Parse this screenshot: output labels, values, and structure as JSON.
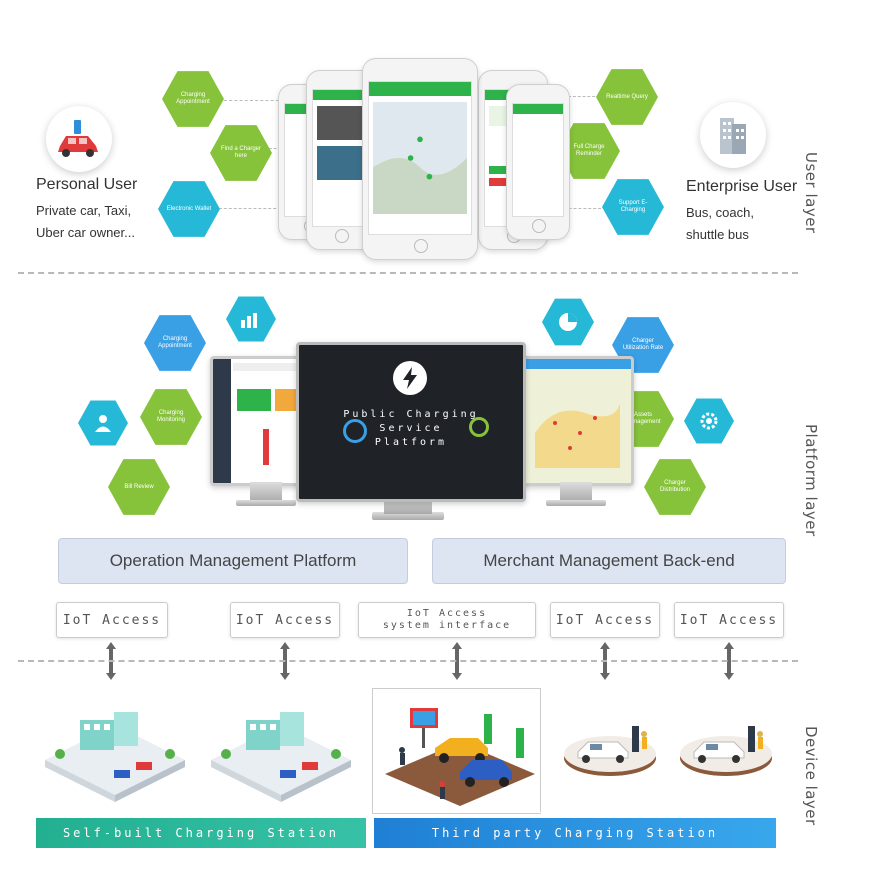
{
  "layers": {
    "user": "User layer",
    "platform": "Platform layer",
    "device": "Device layer"
  },
  "personal_user": {
    "title": "Personal User",
    "line1": "Private car, Taxi,",
    "line2": "Uber car owner..."
  },
  "enterprise_user": {
    "title": "Enterprise User",
    "line1": "Bus, coach,",
    "line2": "shuttle bus"
  },
  "user_hexes": {
    "charging_appointment": "Charging Appointment",
    "find_charger": "Find a Charger here",
    "electronic_wallet": "Electronic Wallet",
    "realtime_query": "Realtime Query",
    "full_charge_reminder": "Full Charge Reminder",
    "support_echarging": "Support E-Charging"
  },
  "platform_hexes": {
    "charging_appointment": "Charging Appointment",
    "charging_monitoring": "Charging Monitoring",
    "bill_review": "Bill Review",
    "charger_utilization": "Charger Utilization Rate",
    "assets_management": "Assets Management",
    "charger_distribution": "Charger Distribution"
  },
  "central_screen": {
    "line1": "Public Charging",
    "line2": "Service",
    "line3": "Platform"
  },
  "platforms": {
    "operation": "Operation Management Platform",
    "merchant": "Merchant Management Back-end"
  },
  "iot": {
    "a1": "IoT Access",
    "a2": "IoT Access",
    "a3_line1": "IoT Access",
    "a3_line2": "system interface",
    "a4": "IoT Access",
    "a5": "IoT Access"
  },
  "banners": {
    "self_built": "Self-built Charging Station",
    "third_party": "Third party Charging Station"
  },
  "colors": {
    "green": "#86c23a",
    "cyan": "#25b9d7",
    "blue": "#3aa0e6",
    "banner_teal": "#2fb39a",
    "banner_blue": "#2d8fd8"
  }
}
